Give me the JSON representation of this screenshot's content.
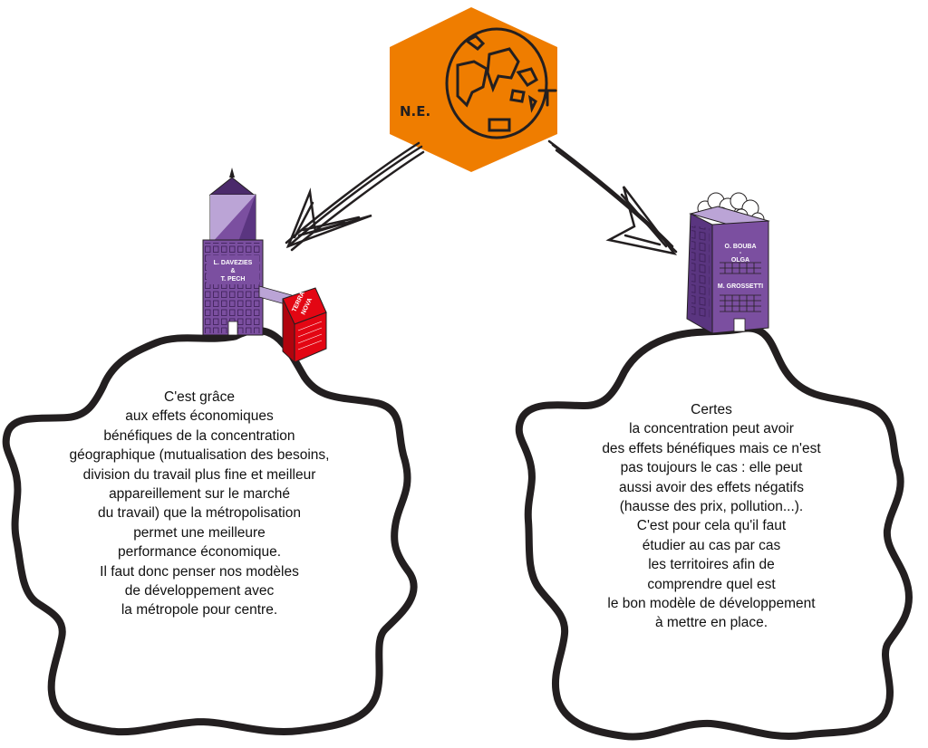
{
  "hub": {
    "label": "N.E.",
    "color": "#ef7d00"
  },
  "left": {
    "building_label_1": "L. DAVEZIES",
    "building_label_2": "&",
    "building_label_3": "T. PECH",
    "annex_label_1": "TERRA",
    "annex_label_2": "NOVA",
    "text": "C'est grâce\naux effets économiques\nbénéfiques de la concentration\ngéographique (mutualisation des besoins,\ndivision du travail plus fine et meilleur\nappareillement sur le marché\ndu travail) que la métropolisation\npermet une meilleure\nperformance économique.\nIl faut donc penser nos modèles\nde développement avec\nla métropole pour centre."
  },
  "right": {
    "building_label_1": "O. BOUBA",
    "building_label_2": "-",
    "building_label_3": "OLGA",
    "building_label_4": "M. GROSSETTI",
    "text": "Certes\nla concentration peut avoir\ndes effets bénéfiques mais ce n'est\npas toujours le cas : elle peut\naussi avoir des effets négatifs\n(hausse des prix, pollution...).\nC'est pour cela qu'il faut\nétudier au cas par cas\nles territoires afin de\ncomprendre quel est\nle bon modèle de développement\nà mettre en place."
  },
  "colors": {
    "purple": "#7b4fa0",
    "purple_dark": "#4b2a6b",
    "red": "#e30613",
    "outline": "#231f20"
  }
}
